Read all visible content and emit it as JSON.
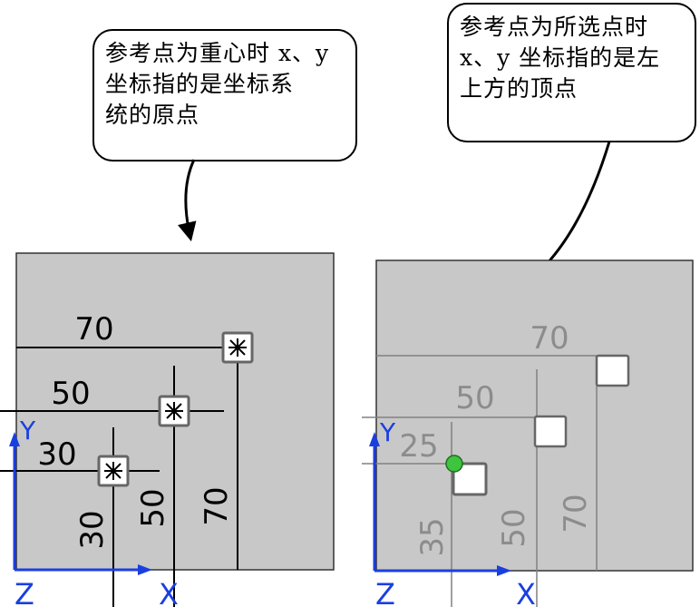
{
  "left_callout": {
    "lines": [
      "参考点为重心时 x、y",
      "坐标指的是坐标系",
      "统的原点"
    ]
  },
  "right_callout": {
    "lines": [
      "参考点为所选点时",
      "x、y 坐标指的是左",
      "上方的顶点"
    ]
  },
  "left_panel": {
    "horizontal_dims": [
      "70",
      "50",
      "30"
    ],
    "vertical_dims": [
      "30",
      "50",
      "70"
    ],
    "axes": {
      "x": "X",
      "y": "Y",
      "z": "Z"
    }
  },
  "right_panel": {
    "horizontal_dims": [
      "70",
      "50",
      "25"
    ],
    "vertical_dims": [
      "35",
      "50",
      "70"
    ],
    "axes": {
      "x": "X",
      "y": "Y",
      "z": "Z"
    }
  },
  "colors": {
    "panel_fill": "#c8c8c8",
    "axis_blue": "#1a3fe0",
    "selected_point": "#3ec43e"
  }
}
